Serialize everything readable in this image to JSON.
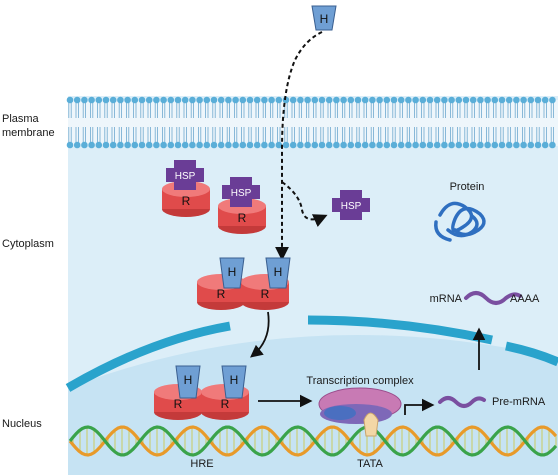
{
  "regions": {
    "plasma_membrane": "Plasma\nmembrane",
    "cytoplasm": "Cytoplasm",
    "nucleus": "Nucleus"
  },
  "labels": {
    "hormone": "H",
    "receptor": "R",
    "hsp": "HSP",
    "protein": "Protein",
    "mrna": "mRNA",
    "poly_a": "AAAA",
    "pre_mrna": "Pre-mRNA",
    "transcription_complex": "Transcription complex",
    "hre": "HRE",
    "tata": "TATA"
  },
  "colors": {
    "cell_bg": "#dceef8",
    "nucleus_bg": "#c6e3f3",
    "envelope": "#2aa3cc",
    "membrane_head": "#5aaed8",
    "receptor": "#e04b4b",
    "hsp": "#6a3d96",
    "hormone": "#6f9fd4",
    "protein": "#2f6fc0",
    "mrna": "#7a4fa0",
    "dna_a": "#e89a2a",
    "dna_b": "#3aa34a"
  }
}
